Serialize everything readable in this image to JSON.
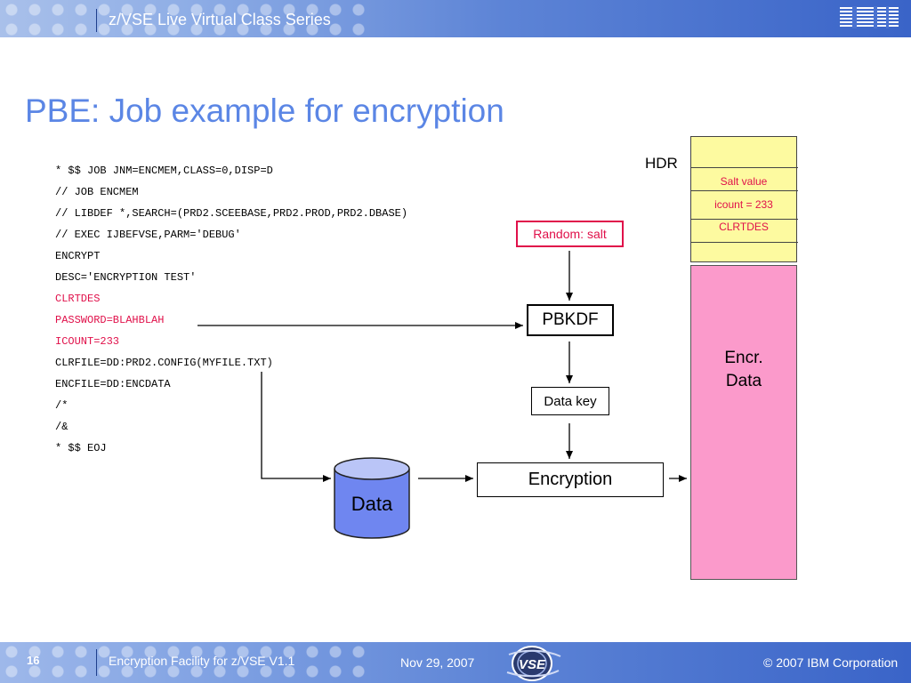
{
  "header": {
    "title": "z/VSE Live Virtual Class Series",
    "logo": "IBM"
  },
  "slide": {
    "title": "PBE: Job example for encryption"
  },
  "jcl": {
    "lines": [
      {
        "text": "* $$ JOB JNM=ENCMEM,CLASS=0,DISP=D",
        "highlight": false
      },
      {
        "text": "// JOB ENCMEM",
        "highlight": false
      },
      {
        "text": "// LIBDEF *,SEARCH=(PRD2.SCEEBASE,PRD2.PROD,PRD2.DBASE)",
        "highlight": false
      },
      {
        "text": "// EXEC IJBEFVSE,PARM='DEBUG'",
        "highlight": false
      },
      {
        "text": "ENCRYPT",
        "highlight": false
      },
      {
        "text": "DESC='ENCRYPTION TEST'",
        "highlight": false
      },
      {
        "text": "CLRTDES",
        "highlight": true
      },
      {
        "text": "PASSWORD=BLAHBLAH",
        "highlight": true
      },
      {
        "text": "ICOUNT=233",
        "highlight": true
      },
      {
        "text": "CLRFILE=DD:PRD2.CONFIG(MYFILE.TXT)",
        "highlight": false
      },
      {
        "text": "ENCFILE=DD:ENCDATA",
        "highlight": false
      },
      {
        "text": "/*",
        "highlight": false
      },
      {
        "text": "/&",
        "highlight": false
      },
      {
        "text": "* $$ EOJ",
        "highlight": false
      }
    ]
  },
  "diagram": {
    "random_salt": "Random: salt",
    "pbkdf": "PBKDF",
    "data_key": "Data key",
    "encryption": "Encryption",
    "data": "Data",
    "hdr_label": "HDR",
    "hdr_rows": [
      "Salt value",
      "icount = 233",
      "CLRTDES"
    ],
    "encr_data_line1": "Encr.",
    "encr_data_line2": "Data"
  },
  "colors": {
    "title": "#5b86e5",
    "highlight_red": "#e0104a",
    "hdr_yellow": "#fdfaa0",
    "encr_pink": "#fb9acb",
    "cylinder_blue": "#6f86f0"
  },
  "footer": {
    "page": "16",
    "course": "Encryption Facility for z/VSE V1.1",
    "date": "Nov 29, 2007",
    "copyright": "© 2007 IBM Corporation",
    "logo": "VSE"
  }
}
